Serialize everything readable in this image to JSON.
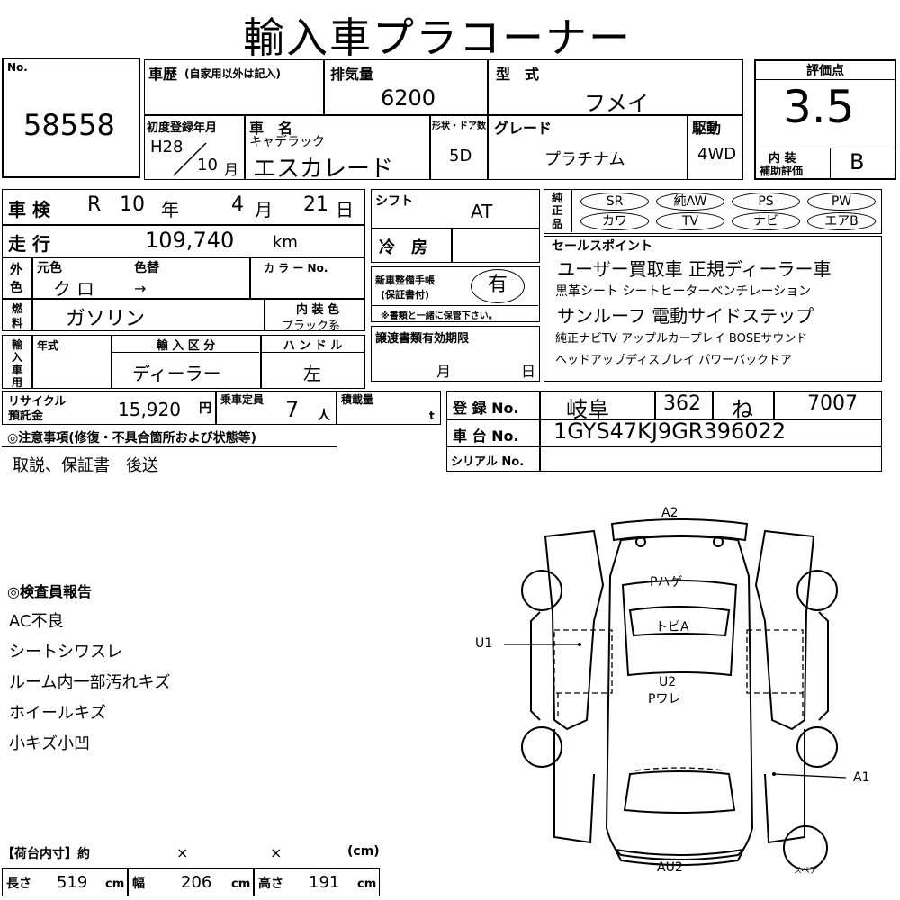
{
  "title": "輸入車プラコーナー",
  "lot": {
    "label": "No.",
    "value": "58558"
  },
  "history": {
    "label": "車歴",
    "note": "(自家用以外は記入)"
  },
  "displacement": {
    "label": "排気量",
    "value": "6200"
  },
  "model": {
    "label": "型　式",
    "value": "フメイ"
  },
  "score": {
    "label": "評価点",
    "value": "3.5"
  },
  "interior": {
    "label1": "内 装",
    "label2": "補助評価",
    "value": "B"
  },
  "first_reg": {
    "label": "初度登録年月",
    "year": "H28",
    "month": "10",
    "month_unit": "月"
  },
  "car_name": {
    "label": "車　名",
    "maker": "キャデラック",
    "name": "エスカレード"
  },
  "doors": {
    "label": "形状・ドア数",
    "value": "5D"
  },
  "grade": {
    "label": "グレード",
    "value": "プラチナム"
  },
  "drive": {
    "label": "駆動",
    "value": "4WD"
  },
  "shaken": {
    "label": "車 検",
    "era": "R",
    "year": "10",
    "year_unit": "年",
    "month": "4",
    "month_unit": "月",
    "day": "21",
    "day_unit": "日"
  },
  "shift": {
    "label": "シフト",
    "value": "AT"
  },
  "mileage": {
    "label": "走 行",
    "value": "109,740",
    "unit": "km"
  },
  "aircon": {
    "label": "冷　房"
  },
  "exterior_color": {
    "label1": "外",
    "label2": "色",
    "orig_label": "元色",
    "change_label": "色替",
    "orig": "クロ",
    "change": "→",
    "color_no_label": "カ ラ ー No."
  },
  "fuel": {
    "label1": "燃",
    "label2": "料",
    "value": "ガソリン"
  },
  "interior_color": {
    "label": "内 装 色",
    "value": "ブラック系"
  },
  "maintenance": {
    "label1": "新車整備手帳",
    "label2": "(保証書付)",
    "value": "有",
    "note": "※書類と一緒に保管下さい。"
  },
  "import": {
    "label1": "輸",
    "label2": "入",
    "label3": "車",
    "label4": "用",
    "year_label": "年式",
    "class_label": "輸 入 区 分",
    "class_value": "ディーラー",
    "handle_label": "ハ ン ド ル",
    "handle_value": "左"
  },
  "transfer": {
    "label": "譲渡書類有効期限",
    "month_unit": "月",
    "day_unit": "日"
  },
  "equipment": {
    "label1": "純",
    "label2": "正",
    "label3": "品",
    "row1": [
      "SR",
      "純AW",
      "PS",
      "PW"
    ],
    "row2": [
      "カワ",
      "TV",
      "ナビ",
      "エアB"
    ]
  },
  "sales_points": {
    "label": "セールスポイント",
    "lines": [
      "ユーザー買取車 正規ディーラー車",
      "黒革シート シートヒーターベンチレーション",
      "サンルーフ 電動サイドステップ",
      "純正ナビTV アップルカープレイ BOSEサウンド",
      "ヘッドアップディスプレイ パワーバックドア"
    ]
  },
  "recycle": {
    "label1": "リサイクル",
    "label2": "預託金",
    "value": "15,920",
    "unit": "円"
  },
  "capacity": {
    "label": "乗車定員",
    "value": "7",
    "unit": "人"
  },
  "load": {
    "label": "積載量",
    "unit": "t"
  },
  "registration": {
    "label": "登 録 No.",
    "area": "岐阜",
    "class": "362",
    "kana": "ね",
    "number": "7007"
  },
  "chassis": {
    "label": "車 台 No.",
    "value": "1GYS47KJ9GR396022"
  },
  "serial": {
    "label": "シリアル No."
  },
  "notes": {
    "label": "◎注意事項(修復・不具合箇所および状態等)",
    "text": "取説、保証書　後送"
  },
  "inspector": {
    "label": "◎検査員報告",
    "lines": [
      "AC不良",
      "シートシワスレ",
      "ルーム内一部汚れキズ",
      "ホイールキズ",
      "小キズ小凹"
    ]
  },
  "diagram": {
    "a2": "A2",
    "p_hage": "Pハゲ",
    "tobi_a": "トビA",
    "u1": "U1",
    "u2": "U2",
    "p_ware": "Pワレ",
    "a1": "A1",
    "au2": "AU2",
    "spare": "スペア"
  },
  "cargo": {
    "label": "【荷台内寸】約",
    "x1": "×",
    "x2": "×",
    "unit": "(cm)",
    "length_label": "長さ",
    "length": "519",
    "width_label": "幅",
    "width": "206",
    "height_label": "高さ",
    "height": "191",
    "cm": "cm"
  }
}
